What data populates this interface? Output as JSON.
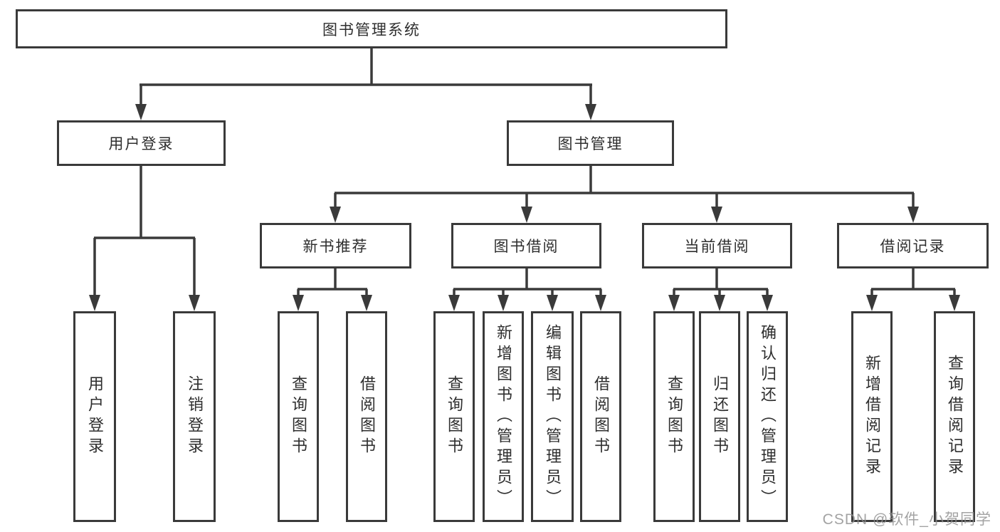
{
  "tree": {
    "label": "图书管理系统",
    "children": [
      {
        "label": "用户登录",
        "children": [
          {
            "label": "用户登录"
          },
          {
            "label": "注销登录"
          }
        ]
      },
      {
        "label": "图书管理",
        "children": [
          {
            "label": "新书推荐",
            "children": [
              {
                "label": "查询图书"
              },
              {
                "label": "借阅图书"
              }
            ]
          },
          {
            "label": "图书借阅",
            "children": [
              {
                "label": "查询图书"
              },
              {
                "label": "新增图书（管理员）"
              },
              {
                "label": "编辑图书（管理员）"
              },
              {
                "label": "借阅图书"
              }
            ]
          },
          {
            "label": "当前借阅",
            "children": [
              {
                "label": "查询图书"
              },
              {
                "label": "归还图书"
              },
              {
                "label": "确认归还（管理员）"
              }
            ]
          },
          {
            "label": "借阅记录",
            "children": [
              {
                "label": "新增借阅记录"
              },
              {
                "label": "查询借阅记录"
              }
            ]
          }
        ]
      }
    ]
  },
  "watermark": "CSDN @软件_小贺同学",
  "colors": {
    "line": "#3a3a3a",
    "border": "#3a3a3a",
    "text": "#2e2e2e",
    "watermark": "#8f8f8f",
    "background": "#ffffff"
  }
}
